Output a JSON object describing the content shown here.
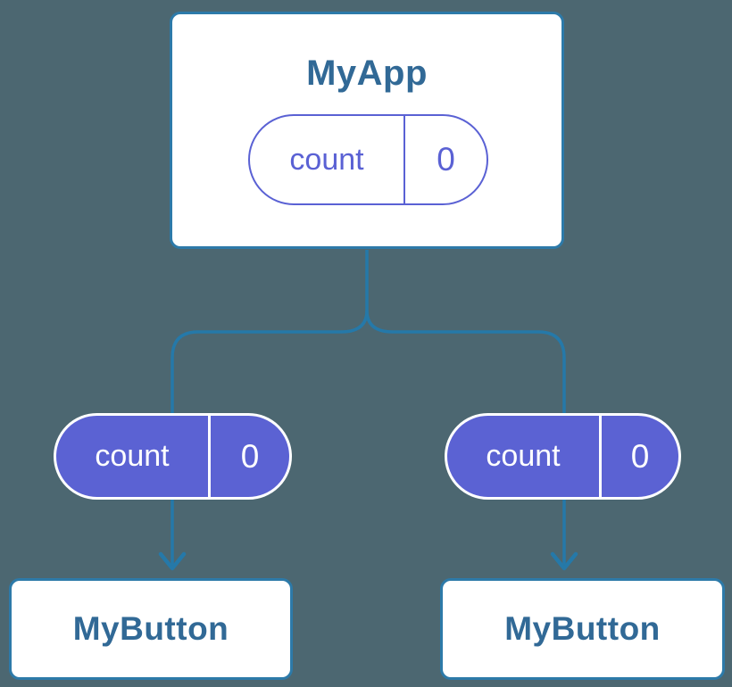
{
  "diagram": {
    "root": {
      "title": "MyApp",
      "state_pill": {
        "label": "count",
        "value": "0"
      }
    },
    "children": [
      {
        "title": "MyButton",
        "prop_pill": {
          "label": "count",
          "value": "0"
        }
      },
      {
        "title": "MyButton",
        "prop_pill": {
          "label": "count",
          "value": "0"
        }
      }
    ]
  },
  "colors": {
    "background": "#4c6771",
    "connector": "#2579a9",
    "node_border": "#2d7aa9",
    "node_bg": "#ffffff",
    "node_text": "#316996",
    "state_pill_border": "#5a61d4",
    "state_pill_text": "#5a61d4",
    "prop_pill_bg": "#5b62d3",
    "prop_pill_text": "#ffffff"
  }
}
